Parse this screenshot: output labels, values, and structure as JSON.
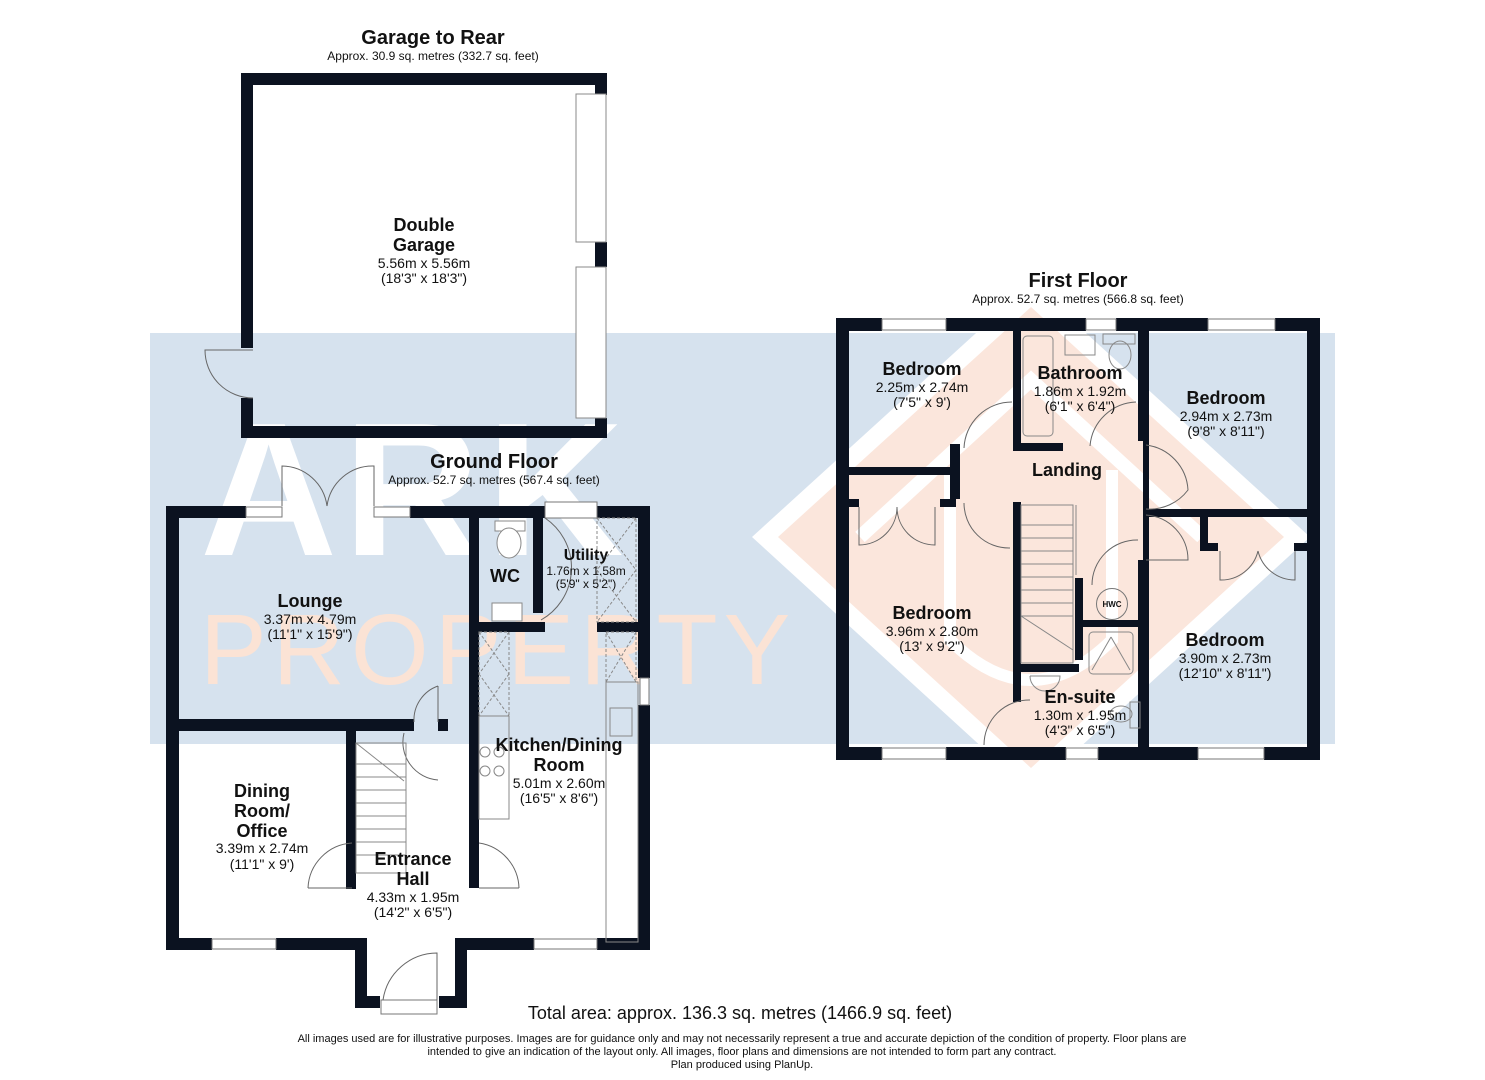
{
  "watermark": {
    "brand_line1": "ARK",
    "brand_line2": "PROPERTY",
    "band_color": "#d6e2ee",
    "accent_color": "#fbe6dc"
  },
  "garage_floor": {
    "title": "Garage to Rear",
    "area": "Approx. 30.9 sq. metres (332.7 sq. feet)",
    "rooms": [
      {
        "name_line1": "Double",
        "name_line2": "Garage",
        "dim_m": "5.56m x 5.56m",
        "dim_ft": "(18'3\" x 18'3\")"
      }
    ]
  },
  "ground_floor": {
    "title": "Ground Floor",
    "area": "Approx. 52.7 sq. metres (567.4 sq. feet)",
    "rooms": {
      "lounge": {
        "name": "Lounge",
        "dim_m": "3.37m x 4.79m",
        "dim_ft": "(11'1\" x 15'9\")"
      },
      "wc": {
        "name": "WC"
      },
      "utility": {
        "name": "Utility",
        "dim_m": "1.76m x 1.58m",
        "dim_ft": "(5'9\" x 5'2\")"
      },
      "kitchen": {
        "name_line1": "Kitchen/Dining",
        "name_line2": "Room",
        "dim_m": "5.01m x 2.60m",
        "dim_ft": "(16'5\" x 8'6\")"
      },
      "dining": {
        "name_line1": "Dining",
        "name_line2": "Room/",
        "name_line3": "Office",
        "dim_m": "3.39m x 2.74m",
        "dim_ft": "(11'1\" x 9')"
      },
      "hall": {
        "name_line1": "Entrance",
        "name_line2": "Hall",
        "dim_m": "4.33m x 1.95m",
        "dim_ft": "(14'2\" x 6'5\")"
      }
    }
  },
  "first_floor": {
    "title": "First Floor",
    "area": "Approx. 52.7 sq. metres (566.8 sq. feet)",
    "rooms": {
      "bedroom_tl": {
        "name": "Bedroom",
        "dim_m": "2.25m x 2.74m",
        "dim_ft": "(7'5\" x 9')"
      },
      "bathroom": {
        "name": "Bathroom",
        "dim_m": "1.86m x 1.92m",
        "dim_ft": "(6'1\" x 6'4\")"
      },
      "bedroom_tr": {
        "name": "Bedroom",
        "dim_m": "2.94m x 2.73m",
        "dim_ft": "(9'8\" x 8'11\")"
      },
      "landing": {
        "name": "Landing"
      },
      "bedroom_bl": {
        "name": "Bedroom",
        "dim_m": "3.96m x 2.80m",
        "dim_ft": "(13' x 9'2\")"
      },
      "bedroom_br": {
        "name": "Bedroom",
        "dim_m": "3.90m x 2.73m",
        "dim_ft": "(12'10\" x 8'11\")"
      },
      "ensuite": {
        "name": "En-suite",
        "dim_m": "1.30m x 1.95m",
        "dim_ft": "(4'3\" x 6'5\")"
      },
      "hwc": {
        "label": "HWC"
      }
    }
  },
  "footer": {
    "total_area": "Total area: approx. 136.3 sq. metres (1466.9 sq. feet)",
    "disclaimer_line1": "All images used are for illustrative purposes. Images are for guidance only and may not necessarily represent a true and accurate depiction of the condition of property. Floor plans are",
    "disclaimer_line2": "intended to give an indication of the layout only. All images, floor plans and dimensions are not intended to form part any contract.",
    "disclaimer_line3": "Plan produced using PlanUp."
  }
}
